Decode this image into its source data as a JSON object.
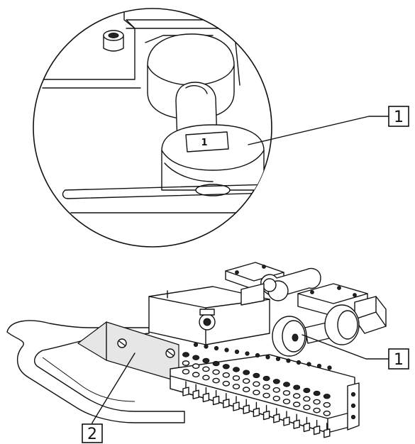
{
  "figure": {
    "detail_roller_label": "1",
    "callouts": [
      {
        "id": "detail-roller",
        "label": "1"
      },
      {
        "id": "assembly-roller",
        "label": "1"
      },
      {
        "id": "front-plate",
        "label": "2"
      }
    ]
  },
  "colors": {
    "line": "#111111",
    "fill": "#ffffff",
    "shade": "#e6e6e6"
  }
}
